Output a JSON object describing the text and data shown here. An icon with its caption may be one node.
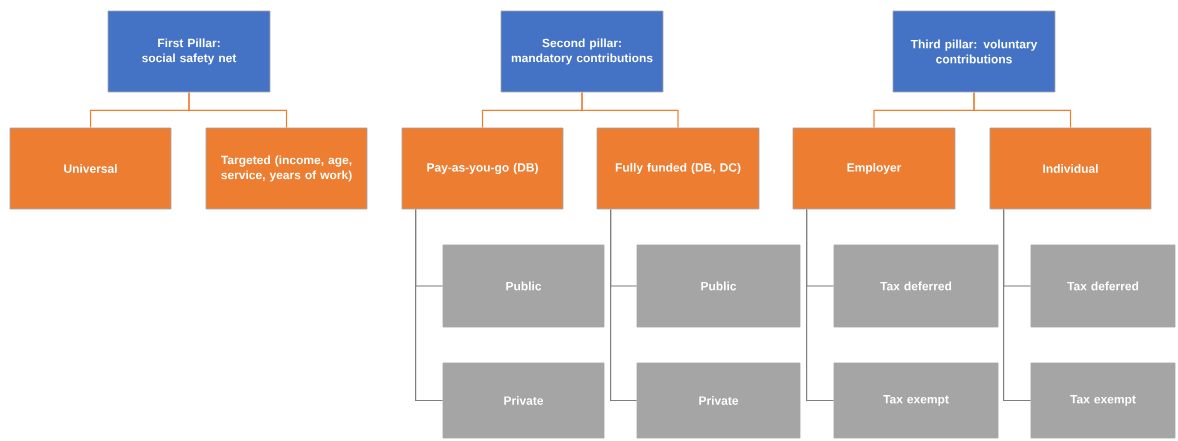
{
  "diagram": {
    "nodes": [
      {
        "text": [
          "First Pillar: social safety net"
        ]
      },
      {
        "text": [
          "Second pillar: mandatory contributions"
        ]
      },
      {
        "text": [
          "Third pillar: voluntary contributions"
        ]
      },
      {
        "text": [
          "Universal"
        ]
      },
      {
        "text": [
          "Targeted (income, age, service, years of work)"
        ]
      },
      {
        "text": [
          "Pay-as-you-go (DB)"
        ]
      },
      {
        "text": [
          "Fully funded (DB, DC)"
        ]
      },
      {
        "text": [
          "Employer"
        ]
      },
      {
        "text": [
          "Individual"
        ]
      },
      {
        "text": [
          "Public"
        ]
      },
      {
        "text": [
          "Public"
        ]
      },
      {
        "text": [
          "Tax deferred"
        ]
      },
      {
        "text": [
          "Tax deferred"
        ]
      },
      {
        "text": [
          "Private"
        ]
      },
      {
        "text": [
          "Private"
        ]
      },
      {
        "text": [
          "Tax exempt"
        ]
      },
      {
        "text": [
          "Tax exempt"
        ]
      }
    ],
    "edges": [
      {
        "from": 0,
        "to": 3,
        "arrow": "none",
        "color": "#ed7d31"
      },
      {
        "from": 0,
        "to": 4,
        "arrow": "none",
        "color": "#ed7d31"
      },
      {
        "from": 1,
        "to": 5,
        "arrow": "none",
        "color": "#ed7d31"
      },
      {
        "from": 1,
        "to": 6,
        "arrow": "none",
        "color": "#ed7d31"
      },
      {
        "from": 2,
        "to": 7,
        "arrow": "none",
        "color": "#ed7d31"
      },
      {
        "from": 2,
        "to": 8,
        "arrow": "none",
        "color": "#ed7d31"
      },
      {
        "from": 5,
        "to": 9,
        "arrow": "none",
        "color": "#7f7f7f"
      },
      {
        "from": 5,
        "to": 13,
        "arrow": "none",
        "color": "#7f7f7f"
      },
      {
        "from": 6,
        "to": 10,
        "arrow": "none",
        "color": "#7f7f7f"
      },
      {
        "from": 6,
        "to": 14,
        "arrow": "none",
        "color": "#7f7f7f"
      },
      {
        "from": 7,
        "to": 11,
        "arrow": "none",
        "color": "#7f7f7f"
      },
      {
        "from": 7,
        "to": 15,
        "arrow": "none",
        "color": "#7f7f7f"
      },
      {
        "from": 8,
        "to": 12,
        "arrow": "none",
        "color": "#7f7f7f"
      },
      {
        "from": 8,
        "to": 16,
        "arrow": "none",
        "color": "#7f7f7f"
      }
    ]
  }
}
